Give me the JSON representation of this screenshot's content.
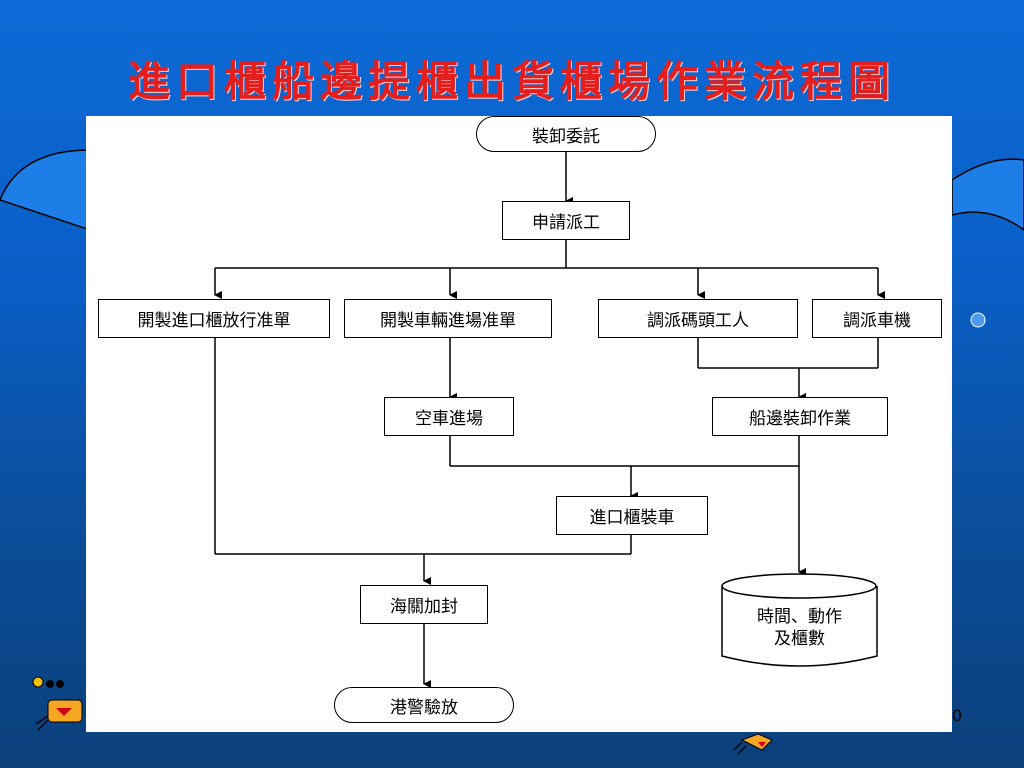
{
  "title": "進口櫃船邊提櫃出貨櫃場作業流程圖",
  "nodes": {
    "start": "裝卸委託",
    "apply": "申請派工",
    "release_order": "開製進口櫃放行准單",
    "vehicle_permit": "開製車輛進場准單",
    "dispatch_labor": "調派碼頭工人",
    "dispatch_driver": "調派車機",
    "empty_truck": "空車進場",
    "shipside": "船邊裝卸作業",
    "loading": "進口櫃裝車",
    "seal": "海關加封",
    "end": "港警驗放",
    "record_line1": "時間、動作",
    "record_line2": "及櫃數"
  },
  "slide_number_fragment": "0"
}
